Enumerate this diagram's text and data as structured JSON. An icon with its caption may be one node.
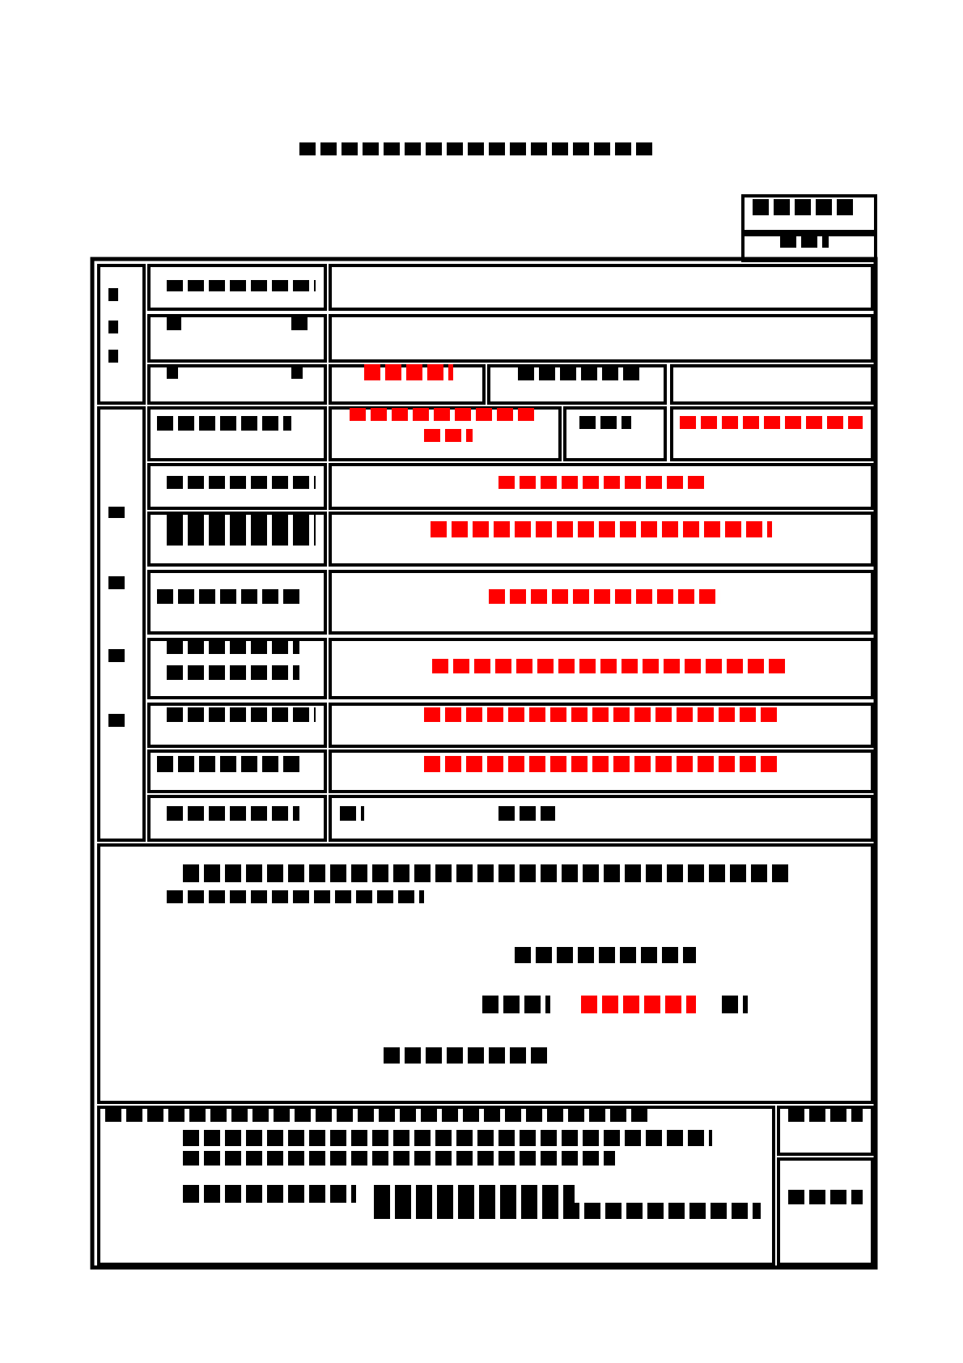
{
  "diagram": {
    "nodes": [
      {
        "text": [],
        "shape": "box"
      },
      {
        "text": [],
        "shape": "box"
      },
      {
        "text": [],
        "shape": "box"
      },
      {
        "text": [],
        "shape": "box"
      },
      {
        "text": [],
        "shape": "box"
      },
      {
        "text": [],
        "shape": "box"
      },
      {
        "text": [],
        "shape": "box"
      },
      {
        "text": [],
        "shape": "box"
      },
      {
        "text": [],
        "shape": "box"
      },
      {
        "text": [],
        "shape": "box"
      },
      {
        "text": [],
        "shape": "box"
      },
      {
        "text": [],
        "shape": "box"
      },
      {
        "text": [],
        "shape": "box"
      },
      {
        "text": [],
        "shape": "box"
      },
      {
        "text": [],
        "shape": "box"
      },
      {
        "text": [],
        "shape": "box"
      },
      {
        "text": [],
        "shape": "box"
      },
      {
        "text": [],
        "shape": "box"
      },
      {
        "text": [],
        "shape": "box"
      },
      {
        "text": [],
        "shape": "box"
      },
      {
        "text": [],
        "shape": "box"
      },
      {
        "text": [],
        "shape": "box"
      },
      {
        "text": [],
        "shape": "box"
      },
      {
        "text": [],
        "shape": "box"
      },
      {
        "text": [],
        "shape": "box"
      },
      {
        "text": [],
        "shape": "box"
      },
      {
        "text": [],
        "shape": "box"
      },
      {
        "text": [],
        "shape": "box"
      },
      {
        "text": [],
        "shape": "box"
      },
      {
        "text": [],
        "shape": "box"
      },
      {
        "text": [],
        "shape": "box"
      },
      {
        "text": [],
        "shape": "box"
      },
      {
        "text": [],
        "shape": "box"
      },
      {
        "text": [],
        "shape": "box"
      }
    ]
  }
}
